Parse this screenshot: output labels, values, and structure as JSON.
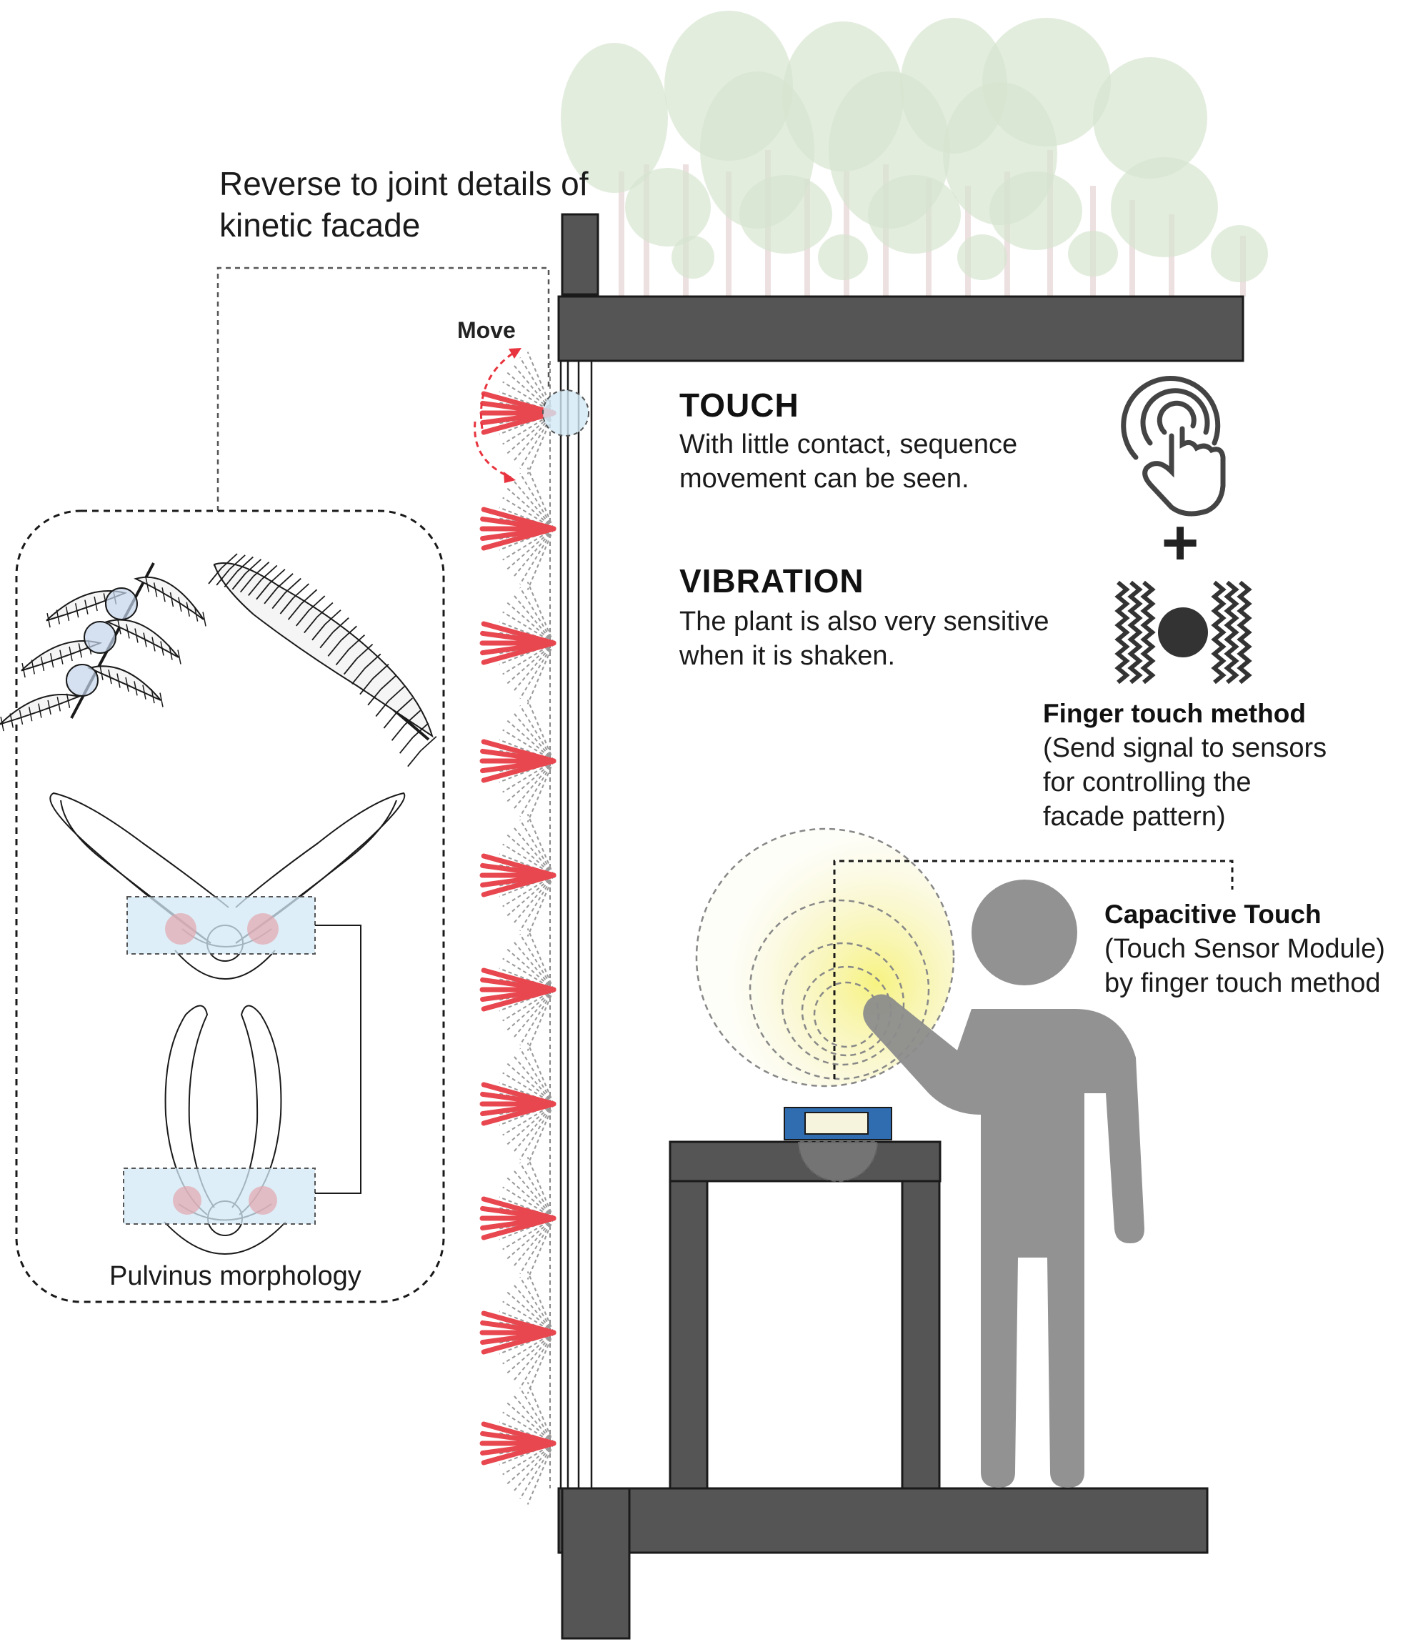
{
  "figure": {
    "title_line1": "Reverse to joint details of",
    "title_line2": "kinetic facade",
    "move_label": "Move",
    "pulvinus_caption": "Pulvinus morphology",
    "touch": {
      "heading": "TOUCH",
      "line1": "With little contact, sequence",
      "line2": "movement can be seen."
    },
    "vibration": {
      "heading": "VIBRATION",
      "line1": "The plant is also very sensitive",
      "line2": "when it is shaken."
    },
    "plus_sign": "+",
    "finger_touch": {
      "heading": "Finger touch method",
      "line1": "(Send signal to sensors",
      "line2": "for controlling the",
      "line3": "facade pattern)"
    },
    "capacitive": {
      "heading": "Capacitive Touch",
      "line1": "(Touch Sensor Module)",
      "line2": "by finger touch method"
    }
  },
  "colors": {
    "structure": "#555555",
    "red_fins": "#e8474f",
    "foliage": "#b9d2b1",
    "person": "#8c8c8c",
    "highlight_blue": "#d2e8f5",
    "pulvinus_pink": "#e2a7ae",
    "glow": "#f3f0a0",
    "sensor_blue": "#2f6db0"
  },
  "icons": [
    "touch-fingerprint-icon",
    "vibration-icon",
    "plus-icon"
  ]
}
